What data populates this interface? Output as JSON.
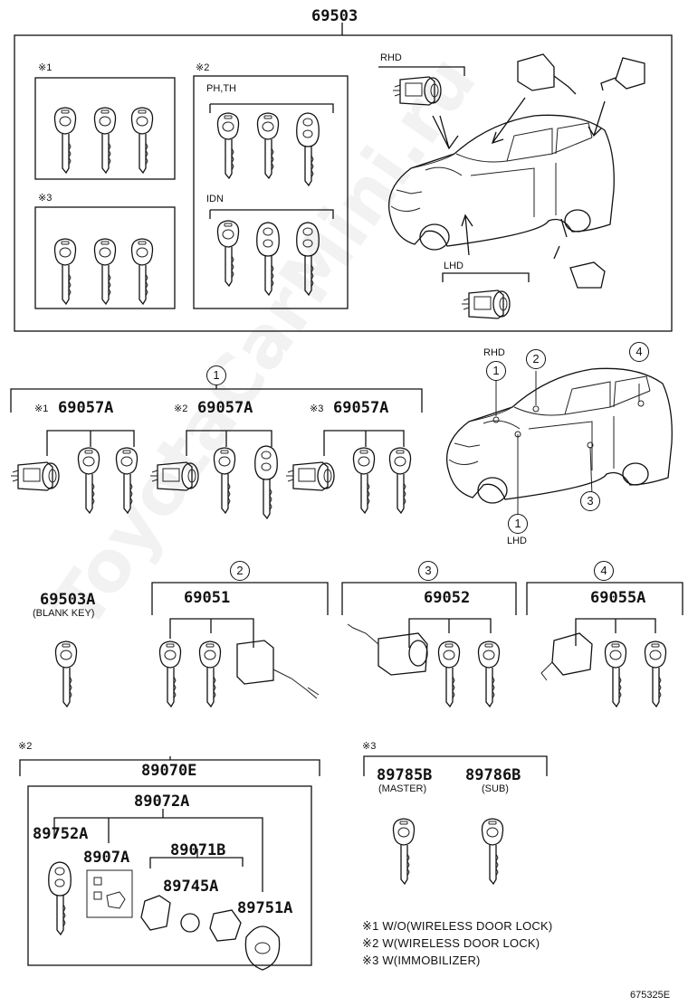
{
  "watermark": "ToyotaCarMini.ru",
  "top_kit": {
    "part_no": "69503",
    "group_1_mark": "※1",
    "group_2_mark": "※2",
    "group_2_sub_a": "PH,TH",
    "group_2_sub_b": "IDN",
    "group_3_mark": "※3",
    "rhd_label": "RHD",
    "lhd_label": "LHD"
  },
  "lock_sets": {
    "callout": "1",
    "set_1": {
      "mark": "※1",
      "part_no": "69057A"
    },
    "set_2": {
      "mark": "※2",
      "part_no": "69057A"
    },
    "set_3": {
      "mark": "※3",
      "part_no": "69057A"
    }
  },
  "locator": {
    "rhd_label": "RHD",
    "lhd_label": "LHD",
    "callout_1a": "1",
    "callout_1b": "1",
    "callout_2": "2",
    "callout_3": "3",
    "callout_4": "4"
  },
  "blank_key": {
    "part_no": "69503A",
    "desc": "(BLANK KEY)"
  },
  "cylinder_2": {
    "callout": "2",
    "part_no": "69051"
  },
  "cylinder_3": {
    "callout": "3",
    "part_no": "69052"
  },
  "cylinder_4": {
    "callout": "4",
    "part_no": "69055A"
  },
  "transmitter": {
    "mark": "※2",
    "assy_no": "89070E",
    "sub_assy_no": "89072A",
    "key_no": "89752A",
    "case_no": "8907A",
    "board_no": "89071B",
    "battery_no": "89745A",
    "cover_no": "89751A"
  },
  "immobilizer": {
    "mark": "※3",
    "master_no": "89785B",
    "master_label": "(MASTER)",
    "sub_no": "89786B",
    "sub_label": "(SUB)"
  },
  "legend": [
    "※1 W/O(WIRELESS DOOR LOCK)",
    "※2 W(WIRELESS DOOR LOCK)",
    "※3 W(IMMOBILIZER)"
  ],
  "figure_code": "675325E"
}
